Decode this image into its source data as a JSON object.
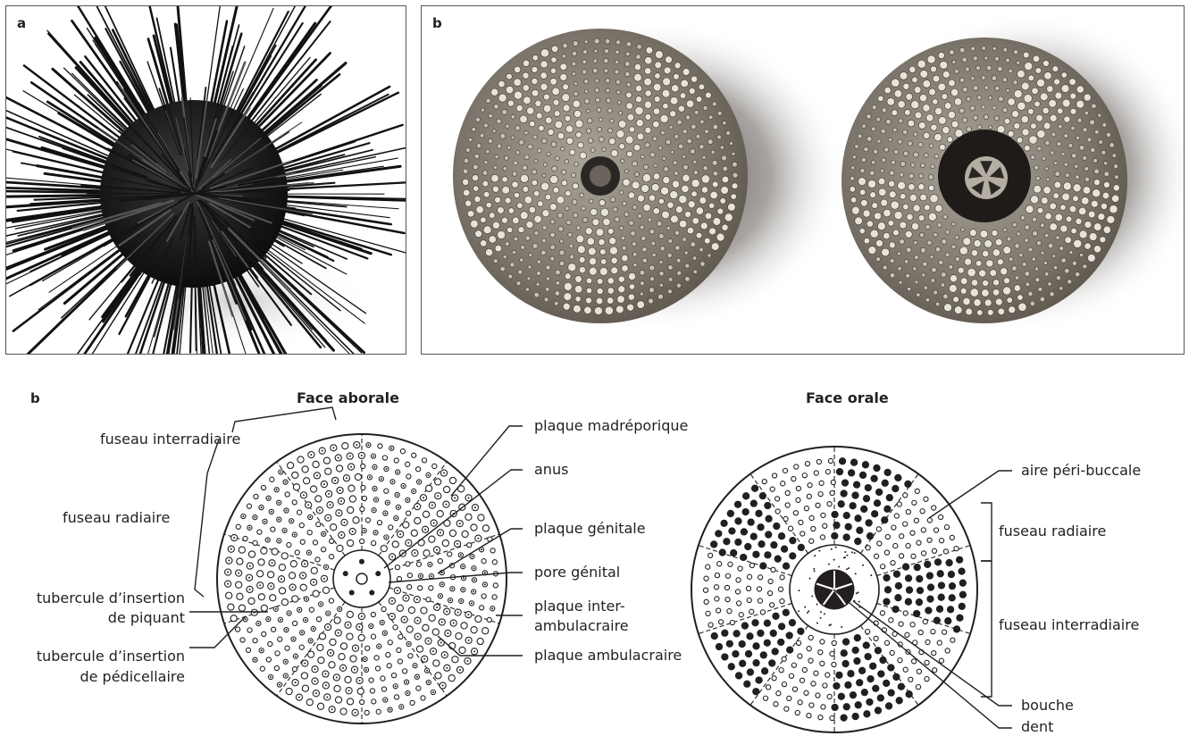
{
  "panels": {
    "a_letter": "a",
    "b_letter": "b",
    "b2_letter": "b"
  },
  "photos": {
    "urchin_spines": "sea-urchin-with-spines-photo",
    "test_aboral": "urchin-test-aboral-photo",
    "test_oral": "urchin-test-oral-photo"
  },
  "diagram": {
    "aboral_title": "Face aborale",
    "oral_title": "Face orale",
    "aboral_labels": {
      "fuseau_interradiaire": "fuseau interradiaire",
      "fuseau_radiaire": "fuseau radiaire",
      "tubercule_piquant_1": "tubercule d’insertion",
      "tubercule_piquant_2": "de piquant",
      "tubercule_pedicellaire_1": "tubercule d’insertion",
      "tubercule_pedicellaire_2": "de pédicellaire",
      "plaque_madreporique": "plaque madréporique",
      "anus": "anus",
      "plaque_genitale": "plaque génitale",
      "pore_genital": "pore génital",
      "plaque_inter_1": "plaque inter-",
      "plaque_inter_2": "ambulacraire",
      "plaque_ambulacraire": "plaque ambulacraire"
    },
    "oral_labels": {
      "aire_peri_buccale": "aire péri-buccale",
      "fuseau_radiaire": "fuseau radiaire",
      "fuseau_interradiaire": "fuseau interradiaire",
      "bouche": "bouche",
      "dent": "dent"
    }
  },
  "colors": {
    "ink": "#231f20",
    "photo_bg": "#ffffff",
    "test_tone": "#8b8478"
  }
}
